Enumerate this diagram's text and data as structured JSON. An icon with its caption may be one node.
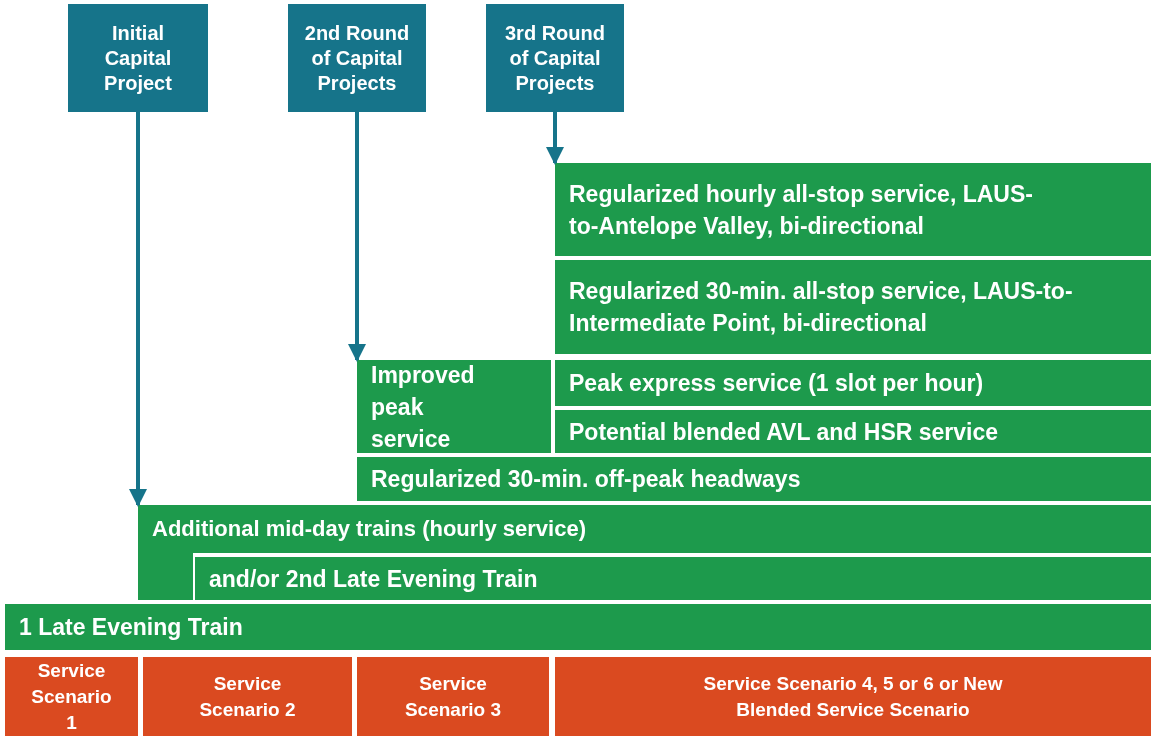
{
  "diagram": {
    "nodes": [
      {
        "text": [
          "Initial Capital Project"
        ]
      },
      {
        "text": [
          "2nd Round of Capital Projects"
        ]
      },
      {
        "text": [
          "3rd Round of Capital Projects"
        ]
      },
      {
        "text": [
          "Regularized hourly all-stop service, LAUS-to-Antelope Valley, bi-directional"
        ]
      },
      {
        "text": [
          "Regularized 30-min. all-stop service, LAUS-to-Intermediate Point, bi-directional"
        ]
      },
      {
        "text": [
          "Improved peak service"
        ]
      },
      {
        "text": [
          "Peak express service (1 slot per hour)"
        ]
      },
      {
        "text": [
          "Potential blended AVL and HSR service"
        ]
      },
      {
        "text": [
          "Regularized 30-min. off-peak headways"
        ]
      },
      {
        "text": [
          "Additional mid-day trains (hourly service)"
        ]
      },
      {
        "text": [
          "and/or 2nd Late Evening Train"
        ]
      },
      {
        "text": [
          "1 Late Evening Train"
        ]
      },
      {
        "text": [
          "Service Scenario 1"
        ]
      },
      {
        "text": [
          "Service Scenario 2"
        ]
      },
      {
        "text": [
          "Service Scenario 3"
        ]
      },
      {
        "text": [
          "Service Scenario 4, 5 or 6 or New Blended Service Scenario"
        ]
      }
    ],
    "edges": [
      {
        "from": 0,
        "to": 9,
        "arrow": "to"
      },
      {
        "from": 1,
        "to": 5,
        "arrow": "to"
      },
      {
        "from": 2,
        "to": 3,
        "arrow": "to"
      }
    ]
  }
}
